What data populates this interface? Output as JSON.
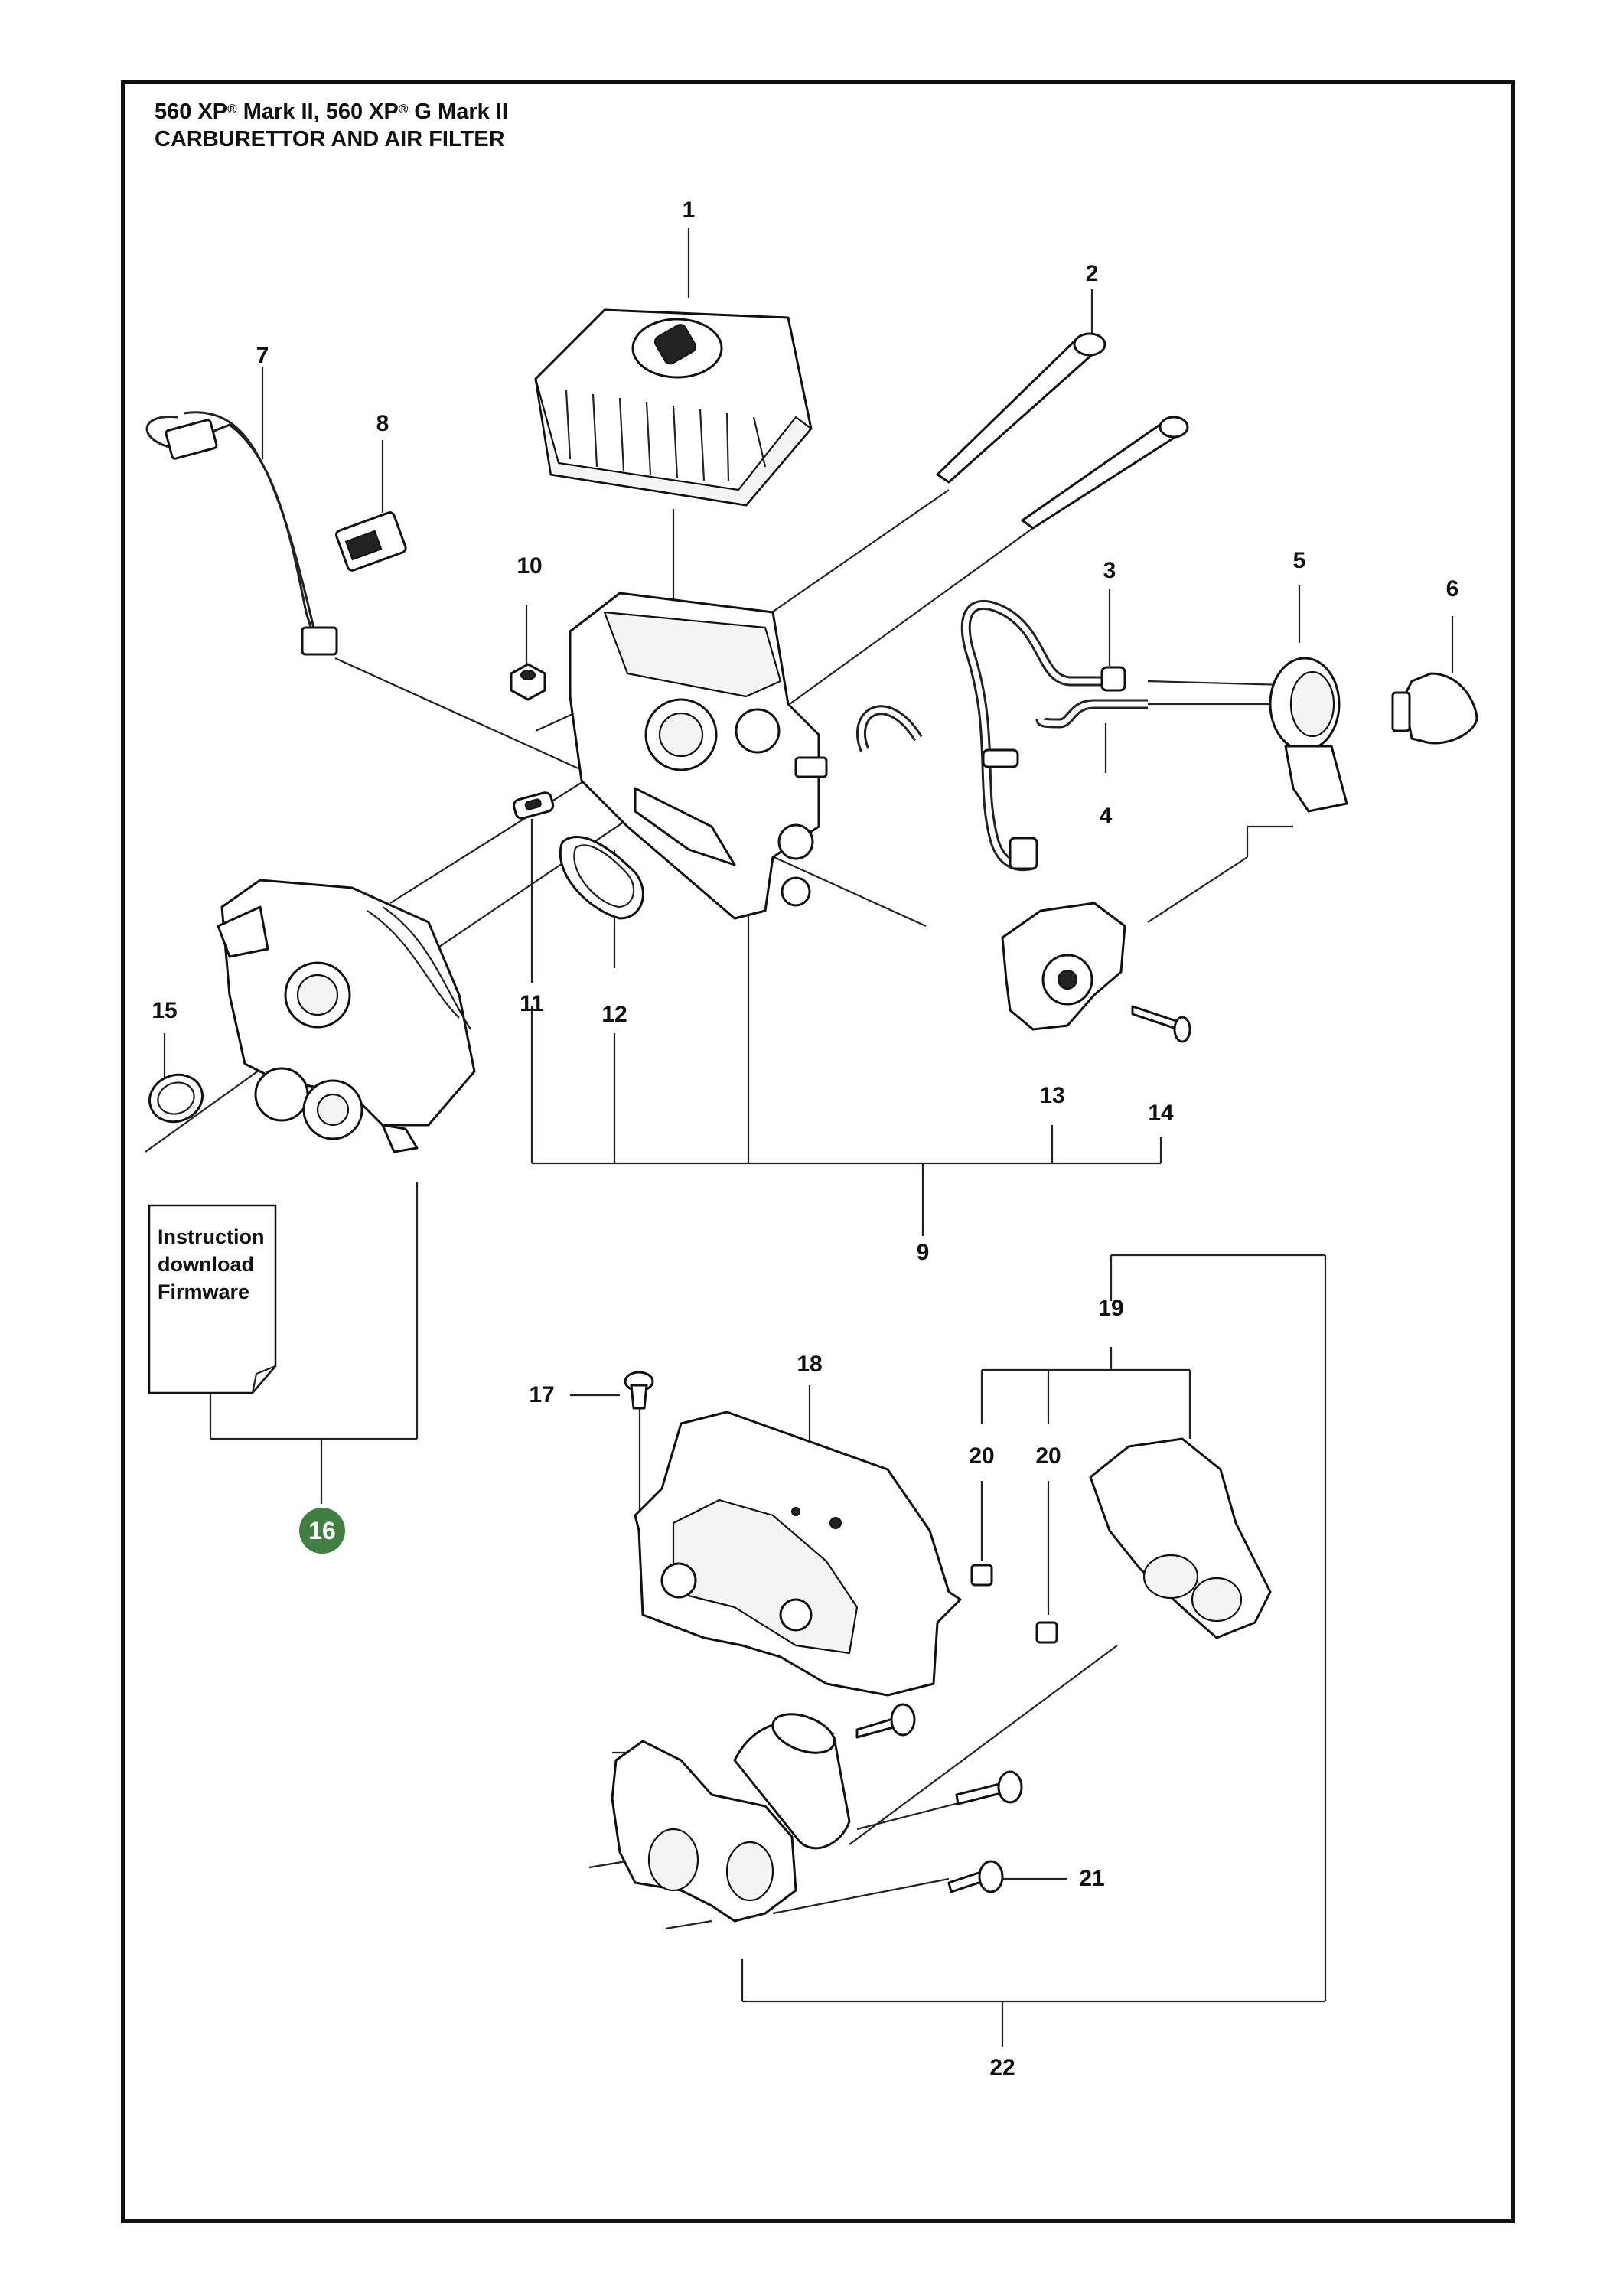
{
  "header": {
    "model_a": "560 XP",
    "reg_mark": "®",
    "model_a_suffix": " Mark II, 560 XP",
    "model_b_suffix": " G Mark II",
    "subtitle": "CARBURETTOR AND AIR FILTER"
  },
  "document_note": {
    "line1": "Instruction",
    "line2": "download",
    "line3": "Firmware"
  },
  "callouts": {
    "c1": "1",
    "c2": "2",
    "c3": "3",
    "c4": "4",
    "c5": "5",
    "c6": "6",
    "c7": "7",
    "c8": "8",
    "c9": "9",
    "c10": "10",
    "c11": "11",
    "c12": "12",
    "c13": "13",
    "c14": "14",
    "c15": "15",
    "c16": "16",
    "c17": "17",
    "c18": "18",
    "c19": "19",
    "c20a": "20",
    "c20b": "20",
    "c21": "21",
    "c22": "22"
  },
  "colors": {
    "badge": "#3f7f3f",
    "line": "#222222"
  }
}
